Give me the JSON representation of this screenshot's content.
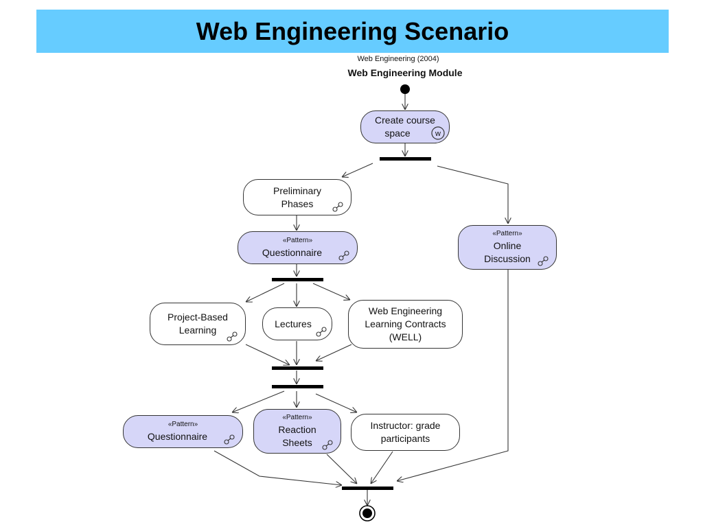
{
  "slide": {
    "title": "Web Engineering Scenario"
  },
  "diagram": {
    "caption": "Web Engineering (2004)",
    "title": "Web Engineering Module",
    "nodes": {
      "create_course_space": {
        "line1": "Create course",
        "line2": "space",
        "icon_letter": "w"
      },
      "preliminary_phases": {
        "line1": "Preliminary",
        "line2": "Phases"
      },
      "questionnaire_top": {
        "stereotype": "«Pattern»",
        "label": "Questionnaire"
      },
      "online_discussion": {
        "stereotype": "«Pattern»",
        "line1": "Online",
        "line2": "Discussion"
      },
      "project_based_learning": {
        "line1": "Project-Based",
        "line2": "Learning"
      },
      "lectures": {
        "label": "Lectures"
      },
      "well": {
        "line1": "Web Engineering",
        "line2": "Learning Contracts",
        "line3": "(WELL)"
      },
      "questionnaire_bottom": {
        "stereotype": "«Pattern»",
        "label": "Questionnaire"
      },
      "reaction_sheets": {
        "stereotype": "«Pattern»",
        "line1": "Reaction",
        "line2": "Sheets"
      },
      "instructor_grade": {
        "line1": "Instructor: grade",
        "line2": "participants"
      }
    }
  },
  "colors": {
    "header": "#66ccff",
    "activity_fill": "#d6d6f8",
    "line": "#333333"
  }
}
